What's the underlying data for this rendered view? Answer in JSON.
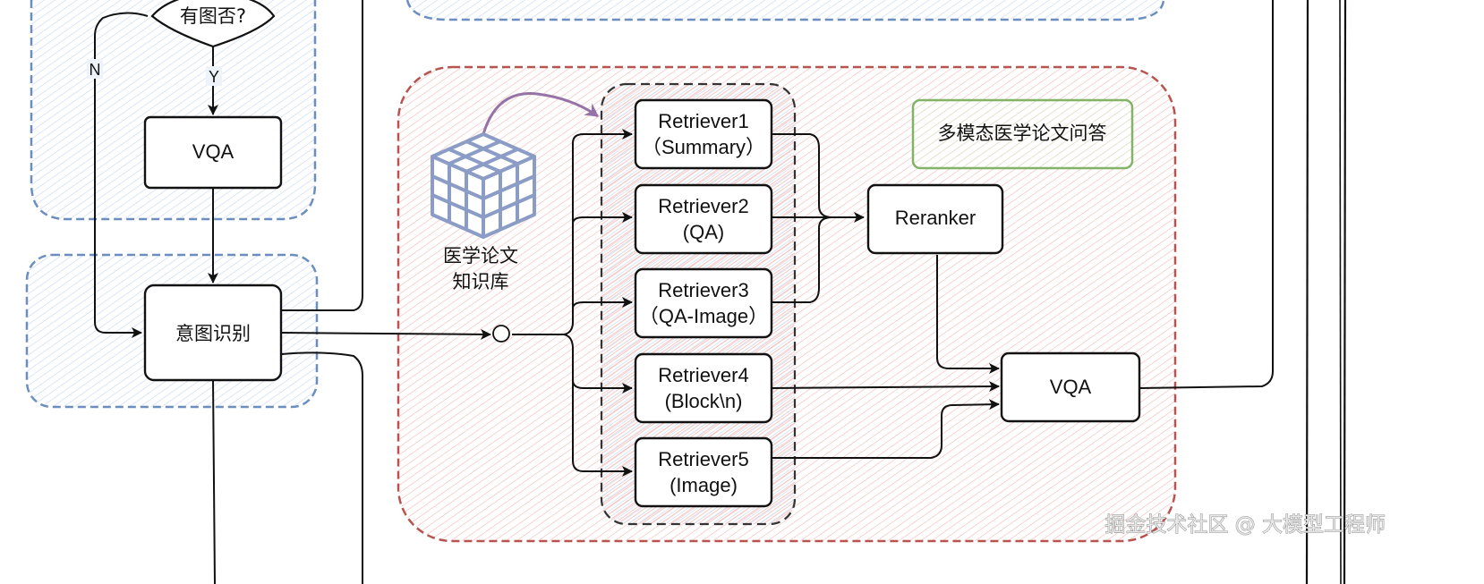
{
  "diagram": {
    "title": "多模态医学论文问答",
    "colors": {
      "blue_group": "#6c8ebf",
      "blue_fill": "#dae8fc",
      "red_group": "#b85450",
      "red_fill": "#f8cecc",
      "green_title": "#82b366",
      "purple_arrow": "#9673a6",
      "cube": "#8b9dc6",
      "stroke": "#111111"
    },
    "nodes": {
      "decision": {
        "label": "有图否?"
      },
      "vqa_top": {
        "label": "VQA"
      },
      "intent": {
        "label": "意图识别"
      },
      "knowledge_base": {
        "line1": "医学论文",
        "line2": "知识库"
      },
      "retrievers": [
        {
          "line1": "Retriever1",
          "line2": "（Summary）"
        },
        {
          "line1": "Retriever2",
          "line2": "(QA)"
        },
        {
          "line1": "Retriever3",
          "line2": "（QA-Image）"
        },
        {
          "line1": "Retriever4",
          "line2": "(Block\\n)"
        },
        {
          "line1": "Retriever5",
          "line2": "(Image)"
        }
      ],
      "reranker": {
        "label": "Reranker"
      },
      "vqa_main": {
        "label": "VQA"
      }
    },
    "edge_labels": {
      "no": "N",
      "yes": "Y"
    },
    "watermark": "掘金技术社区 @ 大模型工程师"
  }
}
